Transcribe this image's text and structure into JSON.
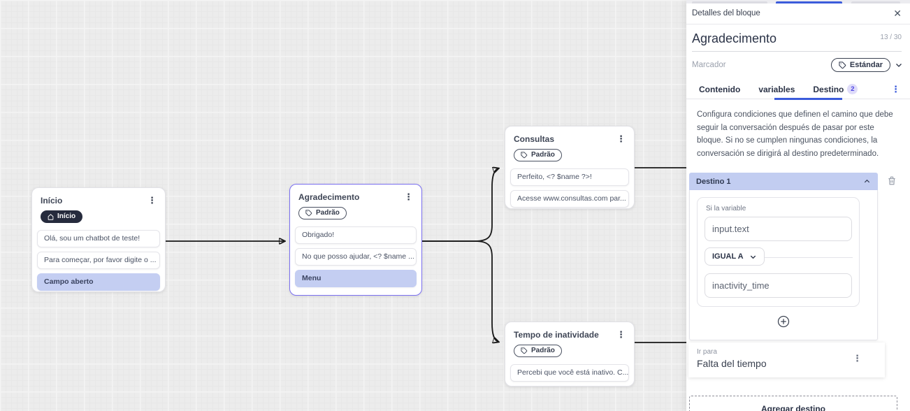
{
  "canvas": {
    "nodes": {
      "inicio": {
        "title": "Início",
        "badge": "Início",
        "messages": [
          "Olá, sou um chatbot de teste!",
          "Para começar, por favor digite o ...",
          "Campo aberto"
        ]
      },
      "agradecimento": {
        "title": "Agradecimento",
        "badge": "Padrão",
        "messages": [
          "Obrigado!",
          "No que posso ajudar, <? $name ...",
          "Menu"
        ]
      },
      "consultas": {
        "title": "Consultas",
        "badge": "Padrão",
        "messages": [
          "Perfeito, <? $name ?>!",
          "Acesse www.consultas.com par..."
        ]
      },
      "tempo": {
        "title": "Tempo de inatividade",
        "badge": "Padrão",
        "messages": [
          "Percebi que você está inativo. C..."
        ]
      }
    }
  },
  "panel": {
    "title": "Detalles del bloque",
    "close_icon": "✕",
    "block_name": "Agradecimento",
    "char_counter": "13 / 30",
    "marcador_label": "Marcador",
    "marcador_value": "Estándar",
    "tabs": {
      "contenido": "Contenido",
      "variables": "variables",
      "destino": "Destino",
      "destino_count": "2"
    },
    "menu_icon": "⋮",
    "description": "Configura condiciones que definen el camino que debe seguir la conversación después de pasar por este bloque. Si no se cumplen ningunas condiciones, la conversación se dirigirá al destino predeterminado.",
    "destino1": {
      "title": "Destino 1",
      "if_label": "Si la variable",
      "variable": "input.text",
      "operator": "IGUAL A",
      "value": "inactivity_time"
    },
    "go_to": {
      "label": "Ir para",
      "value": "Falta del tiempo"
    },
    "add_destination": "Agregar destino"
  },
  "colors": {
    "accent_blue": "#3b5bdb",
    "selected_node_border": "#7a6ff0",
    "highlight_chip": "#c4cef2",
    "destino_header": "#c2cdf1",
    "dark_badge": "#262b3d",
    "canvas_bg": "#ececec"
  }
}
